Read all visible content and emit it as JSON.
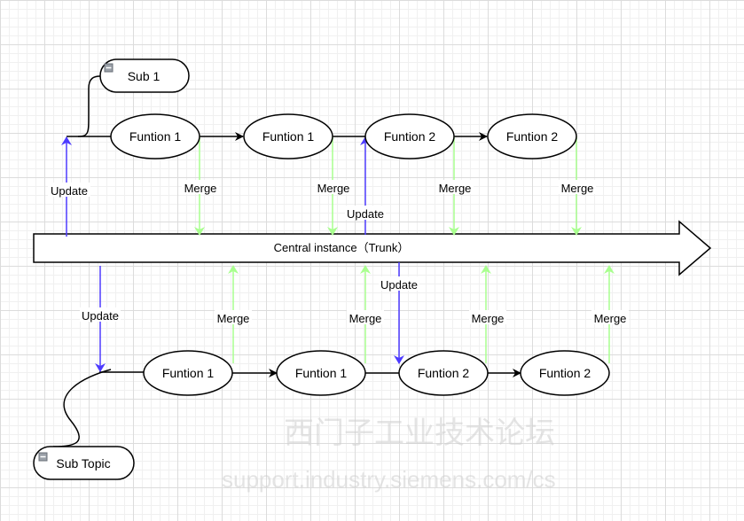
{
  "colors": {
    "update": "#4d3bff",
    "merge": "#a9ff8f",
    "line": "#000000"
  },
  "trunk": {
    "label": "Central instance（Trunk）"
  },
  "top_branch": {
    "sub_label": "Sub 1",
    "functions": [
      "Funtion 1",
      "Funtion 1",
      "Funtion 2",
      "Funtion 2"
    ],
    "update_labels": [
      "Update",
      "Update"
    ],
    "merge_labels": [
      "Merge",
      "Merge",
      "Merge",
      "Merge"
    ]
  },
  "bottom_branch": {
    "sub_label": "Sub Topic",
    "functions": [
      "Funtion 1",
      "Funtion 1",
      "Funtion 2",
      "Funtion 2"
    ],
    "update_labels": [
      "Update",
      "Update"
    ],
    "merge_labels": [
      "Merge",
      "Merge",
      "Merge",
      "Merge"
    ]
  },
  "watermark": {
    "line1": "西门子工业技术论坛",
    "line2": "support.industry.siemens.com/cs"
  }
}
